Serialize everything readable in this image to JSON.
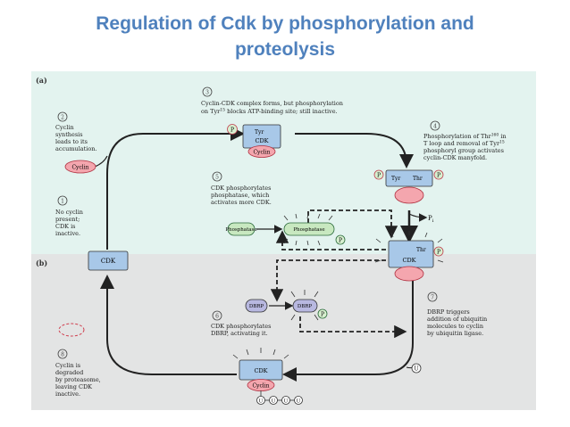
{
  "title": {
    "line1": "Regulation of Cdk by phosphorylation and",
    "line2": "proteolysis"
  },
  "colors": {
    "panel_a": "#e3f3ef",
    "panel_b": "#e3e4e4",
    "cdk": "#a8c8e8",
    "cyclin": "#f4a6ae",
    "phosphate": "#d8f0d0",
    "phosphatase": "#c8e8c0",
    "dbrp": "#b8b8e0",
    "ubiquitin": "#ffffff",
    "step_number": "#444444",
    "title": "#4f81bd"
  },
  "panels": {
    "a": "(a)",
    "b": "(b)"
  },
  "steps": {
    "s1": {
      "num": "1",
      "lines": [
        "No cyclin",
        "present;",
        "CDK is",
        "inactive."
      ]
    },
    "s2": {
      "num": "2",
      "lines": [
        "Cyclin",
        "synthesis",
        "leads to its",
        "accumulation."
      ]
    },
    "s3": {
      "num": "3",
      "lines": [
        "Cyclin-CDK complex forms, but phosphorylation",
        "on Tyr",
        "15",
        " blocks ATP-binding site; still inactive."
      ]
    },
    "s4": {
      "num": "4",
      "lines": [
        "Phosphorylation of Thr",
        "160",
        " in",
        "T loop and removal of Tyr",
        "15",
        "phosphoryl group activates",
        "cyclin-CDK manyfold."
      ]
    },
    "s5": {
      "num": "5",
      "lines": [
        "CDK phosphorylates",
        "phosphatase, which",
        "activates more CDK."
      ]
    },
    "s6": {
      "num": "6",
      "lines": [
        "CDK phosphorylates",
        "DBRP, activating it."
      ]
    },
    "s7": {
      "num": "7",
      "lines": [
        "DBRP triggers",
        "addition of ubiquitin",
        "molecules to cyclin",
        "by ubiquitin ligase."
      ]
    },
    "s8": {
      "num": "8",
      "lines": [
        "Cyclin is",
        "degraded",
        "by proteasome,",
        "leaving CDK",
        "inactive."
      ]
    }
  },
  "labels": {
    "cdk": "CDK",
    "cyclin": "Cyclin",
    "p": "P",
    "tyr": "Tyr",
    "thr": "Thr",
    "phosphatase": "Phosphatase",
    "dbrp": "DBRP",
    "u": "U",
    "pi": "P",
    "pi_sub": "i"
  }
}
